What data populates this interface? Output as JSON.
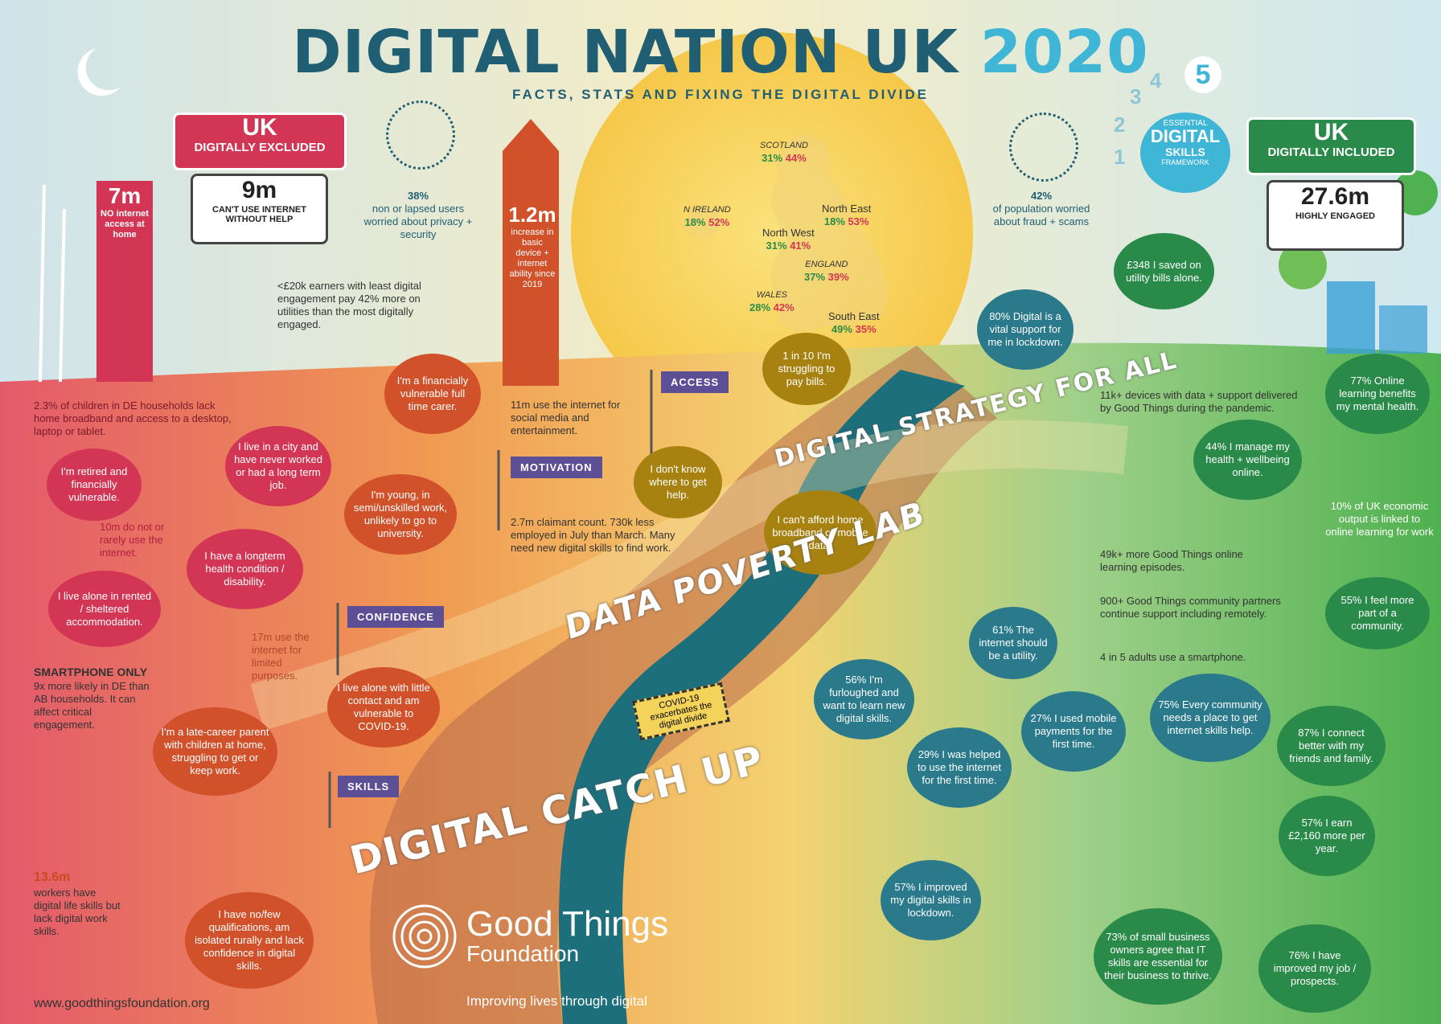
{
  "header": {
    "title_main": "DIGITAL NATION UK ",
    "title_year": "2020",
    "subtitle": "FACTS, STATS AND FIXING THE DIGITAL DIVIDE"
  },
  "excluded": {
    "sign_big": "UK",
    "sign_small": "DIGITALLY EXCLUDED",
    "box_big": "9m",
    "box_small": "CAN'T USE INTERNET WITHOUT HELP",
    "tower_big": "7m",
    "tower_small": "NO internet access at home"
  },
  "included": {
    "sign_big": "UK",
    "sign_small": "DIGITALLY INCLUDED",
    "box_big": "27.6m",
    "box_small": "HIGHLY ENGAGED"
  },
  "privacy": {
    "pct": "38%",
    "text": "non or lapsed users worried about privacy + security"
  },
  "fraud": {
    "pct": "42%",
    "text": "of population worried about fraud + scams"
  },
  "increase": {
    "big": "1.2m",
    "text": "increase in basic device + internet ability since 2019"
  },
  "skills_framework": {
    "num": "5",
    "steps": [
      "1",
      "2",
      "3",
      "4"
    ],
    "label1": "ESSENTIAL",
    "label2": "DIGITAL",
    "label3": "SKILLS",
    "label4": "FRAMEWORK"
  },
  "regions": [
    {
      "name": "SCOTLAND",
      "a": "31%",
      "b": "44%"
    },
    {
      "name": "N IRELAND",
      "a": "18%",
      "b": "52%"
    },
    {
      "name": "North East",
      "a": "18%",
      "b": "53%"
    },
    {
      "name": "North West",
      "a": "31%",
      "b": "41%"
    },
    {
      "name": "ENGLAND",
      "a": "37%",
      "b": "39%"
    },
    {
      "name": "WALES",
      "a": "28%",
      "b": "42%"
    },
    {
      "name": "South East",
      "a": "49%",
      "b": "35%"
    }
  ],
  "left_texts": {
    "earners": "<£20k earners with least digital engagement pay 42% more on utilities than the most digitally engaged.",
    "children": "2.3% of children in DE households lack home broadband and access to a desktop, laptop or tablet.",
    "rarely": "10m do not or rarely use the internet.",
    "limited": "17m use the internet for limited purposes.",
    "smartphone_head": "SMARTPHONE ONLY",
    "smartphone": "9x more likely in DE than AB households. It can affect critical engagement.",
    "workers_big": "13.6m",
    "workers": "workers have digital life skills but lack digital work skills.",
    "social": "11m use the internet for social media and entertainment.",
    "claimant": "2.7m claimant count. 730k less employed in July than March. Many need new digital skills to find work.",
    "url": "www.goodthingsfoundation.org"
  },
  "bubbles_left": {
    "retired": "I'm retired and financially vulnerable.",
    "city": "I live in a city and have never worked or had a long term job.",
    "carer": "I'm a financially vulnerable full time carer.",
    "alone": "I live alone in rented / sheltered accommodation.",
    "health": "I have a longterm health condition / disability.",
    "young": "I'm young, in semi/unskilled work, unlikely to go to university.",
    "alone_covid": "I live alone with little contact and am vulnerable to COVID-19.",
    "parent": "I'm a late-career parent with children at home, struggling to get or keep work.",
    "noqual": "I have no/few qualifications, am isolated rurally and lack confidence in digital skills.",
    "dontknow": "I don't know where to get help.",
    "afford": "I can't afford home broadband or mobile data.",
    "onein10": "1 in 10 I'm struggling to pay bills."
  },
  "flags": {
    "access": "ACCESS",
    "motivation": "MOTIVATION",
    "confidence": "CONFIDENCE",
    "skills": "SKILLS"
  },
  "road": {
    "strategy": "DIGITAL STRATEGY FOR ALL",
    "poverty": "DATA POVERTY LAB",
    "catchup": "DIGITAL CATCH UP",
    "covid": "COVID-19 exacerbates the digital divide"
  },
  "bubbles_right": {
    "vital": "80% Digital is a vital support for me in lockdown.",
    "utility": "61% The internet should be a utility.",
    "furloughed": "56% I'm furloughed and want to learn new digital skills.",
    "helped": "29% I was helped to use the internet for the first time.",
    "mobile": "27% I used mobile payments for the first time.",
    "community_place": "75% Every community needs a place to get internet skills help.",
    "improved": "57% I improved my digital skills in lockdown.",
    "small_business": "73% of small business owners agree that IT skills are essential for their business to thrive.",
    "mental": "77% Online learning benefits my mental health.",
    "wellbeing": "44% I manage my health + wellbeing online.",
    "part": "55% I feel more part of a community.",
    "connect": "87% I connect better with my friends and family.",
    "earn": "57% I earn £2,160 more per year.",
    "job": "76% I have improved my job / prospects.",
    "saved": "£348 I saved on utility bills alone."
  },
  "right_texts": {
    "devices": "11k+ devices with data + support delivered by Good Things during the pandemic.",
    "episodes": "49k+ more Good Things online learning episodes.",
    "partners": "900+ Good Things community partners continue support including remotely.",
    "smartphone": "4 in 5 adults use a smartphone.",
    "output": "10% of UK economic output is linked to online learning for work"
  },
  "logo": {
    "name1": "Good Things",
    "name2": "Foundation",
    "tagline": "Improving lives through digital"
  },
  "colors": {
    "red": "#d23654",
    "orange": "#d0512a",
    "mustard": "#a88211",
    "teal": "#2a7a8c",
    "green": "#2a8a4a",
    "navy": "#1f5e73",
    "purple": "#5d4f95"
  }
}
